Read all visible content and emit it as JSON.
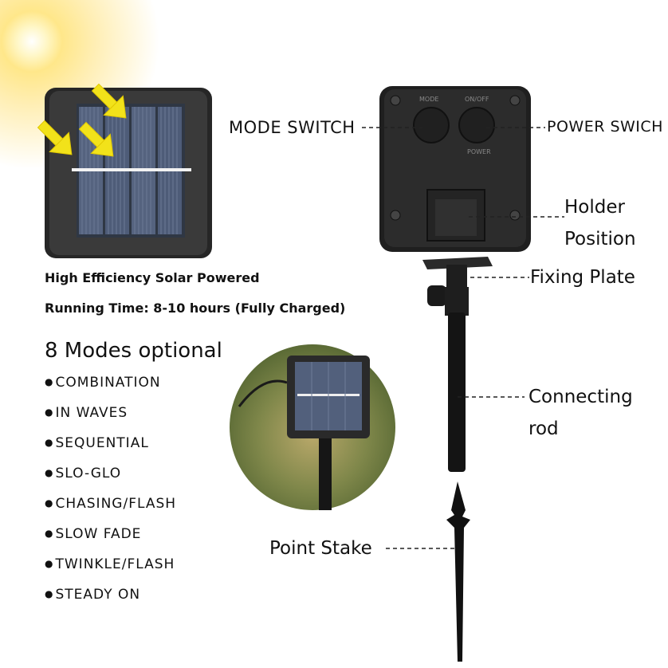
{
  "callouts": {
    "mode_switch": "MODE SWITCH",
    "power_switch": "POWER SWICH",
    "holder_position_line1": "Holder",
    "holder_position_line2": "Position",
    "fixing_plate": "Fixing Plate",
    "connecting_rod_line1": "Connecting",
    "connecting_rod_line2": "rod",
    "point_stake": "Point Stake"
  },
  "device_markings": {
    "mode": "MODE",
    "onoff": "ON/OFF",
    "power": "POWER"
  },
  "info": {
    "line1": "High Efficiency Solar Powered",
    "line2": "Running Time: 8-10 hours (Fully Charged)"
  },
  "modes": {
    "title": "8 Modes optional",
    "items": [
      "COMBINATION",
      "IN WAVES",
      "SEQUENTIAL",
      "SLO-GLO",
      "CHASING/FLASH",
      "SLOW FADE",
      "TWINKLE/FLASH",
      "STEADY ON"
    ]
  },
  "colors": {
    "panel_body": "#2a2a2a",
    "cell_blue": "#4f5d78",
    "arrow_yellow": "#f2e21a",
    "grass": "#8a8a4a"
  },
  "icons": [
    "sun-icon",
    "arrow-icon"
  ]
}
